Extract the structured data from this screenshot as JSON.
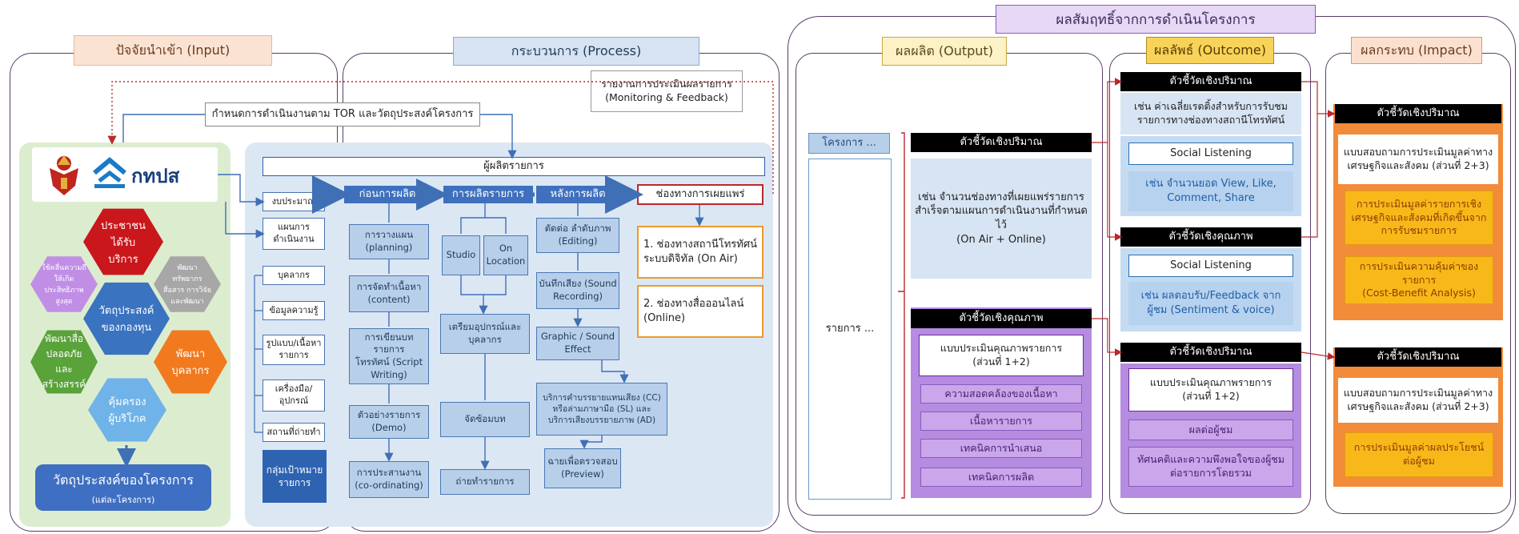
{
  "input": {
    "title": "ปัจจัยนำเข้า (Input)",
    "logo_text": "กทปส",
    "hexes": {
      "top": "ประชาชน\nได้รับ\nบริการ",
      "center": "วัตถุประสงค์\nของกองทุน",
      "left_top": "ใช้คลื่นความถี่\nให้เกิด\nประสิทธิภาพ\nสูงสุด",
      "right_top": "พัฒนา\nทรัพยากร\nสื่อสาร การวิจัย\nและพัฒนา",
      "left_bottom": "พัฒนาสื่อ\nปลอดภัย\nและ\nสร้างสรรค์",
      "right_bottom": "พัฒนา\nบุคลากร",
      "bottom": "คุ้มครอง\nผู้บริโภค"
    },
    "objective_title": "วัตถุประสงค์ของโครงการ",
    "objective_sub": "(แต่ละโครงการ)"
  },
  "process": {
    "title": "กระบวนการ (Process)",
    "tor_label": "กำหนดการดำเนินงานตาม TOR และวัตถุประสงค์โครงการ",
    "monitoring": "รายงานการประเมินผลรายการ\n(Monitoring & Feedback)",
    "producer": "ผู้ผลิตรายการ",
    "side_items": [
      "งบประมาณ",
      "แผนการ\nดำเนินงาน",
      "บุคลากร",
      "ข้อมูลความรู้",
      "รูปแบบ/เนื้อหา\nรายการ",
      "เครื่องมือ/\nอุปกรณ์",
      "สถานที่ถ่ายทำ"
    ],
    "target_group": "กลุ่มเป้าหมาย\nรายการ",
    "phases": [
      "ก่อนการผลิต",
      "การผลิตรายการ",
      "หลังการผลิต"
    ],
    "channel_header": "ช่องทางการเผยแพร่",
    "pre": [
      "การวางแผน\n(planning)",
      "การจัดทำเนื้อหา\n(content)",
      "การเขียนบทรายการ\nโทรทัศน์ (Script\nWriting)",
      "ตัวอย่างรายการ\n(Demo)",
      "การประสานงาน\n(co-ordinating)"
    ],
    "prod_studio": "Studio",
    "prod_location": "On\nLocation",
    "prod": [
      "เตรียมอุปกรณ์และ\nบุคลากร",
      "จัดซ้อมบท",
      "ถ่ายทำรายการ"
    ],
    "post": [
      "ตัดต่อ ลำดับภาพ\n(Editing)",
      "บันทึกเสียง (Sound\nRecording)",
      "Graphic / Sound\nEffect",
      "บริการคำบรรยายแทนเสียง (CC)\nหรือล่ามภาษามือ (SL) และ\nบริการเสียงบรรยายภาพ (AD)",
      "ฉายเพื่อตรวจสอบ\n(Preview)"
    ],
    "channels": [
      "1. ช่องทางสถานีโทรทัศน์\nระบบดิจิทัล (On Air)",
      "2. ช่องทางสื่อออนไลน์\n(Online)"
    ]
  },
  "results": {
    "title": "ผลสัมฤทธิ์จากการดำเนินโครงการ",
    "output": {
      "title": "ผลผลิต (Output)",
      "project_tab": "โครงการ ...",
      "program": "รายการ ...",
      "quant_header": "ตัวชี้วัดเชิงปริมาณ",
      "quant_text": "เช่น จำนวนช่องทางที่เผยแพร่รายการ\nสำเร็จตามแผนการดำเนินงานที่กำหนดไว้\n(On Air + Online)",
      "qual_header": "ตัวชี้วัดเชิงคุณภาพ",
      "qual_form": "แบบประเมินคุณภาพรายการ\n(ส่วนที่ 1+2)",
      "qual_items": [
        "ความสอดคล้องของเนื้อหา",
        "เนื้อหารายการ",
        "เทคนิคการนำเสนอ",
        "เทคนิคการผลิต"
      ]
    },
    "outcome": {
      "title": "ผลลัพธ์ (Outcome)",
      "quant_header": "ตัวชี้วัดเชิงปริมาณ",
      "quant_text": "เช่น ค่าเฉลี่ยเรตติ้งสำหรับการรับชม\nรายการทางช่องทางสถานีโทรทัศน์",
      "social1": "Social Listening",
      "social1_text": "เช่น จำนวนยอด View, Like,\nComment, Share",
      "qual_header": "ตัวชี้วัดเชิงคุณภาพ",
      "social2": "Social Listening",
      "social2_text": "เช่น ผลตอบรับ/Feedback จาก\nผู้ชม (Sentiment & voice)",
      "quant2_header": "ตัวชี้วัดเชิงปริมาณ",
      "form": "แบบประเมินคุณภาพรายการ\n(ส่วนที่ 1+2)",
      "items": [
        "ผลต่อผู้ชม",
        "ทัศนคติและความพึงพอใจของผู้ชม\nต่อรายการโดยรวม"
      ]
    },
    "impact": {
      "title": "ผลกระทบ (Impact)",
      "h1": "ตัวชี้วัดเชิงปริมาณ",
      "survey1": "แบบสอบถามการประเมินมูลค่าทาง\nเศรษฐกิจและสังคม (ส่วนที่ 2+3)",
      "y1": "การประเมินมูลค่ารายการเชิง\nเศรษฐกิจและสังคมที่เกิดขึ้นจาก\nการรับชมรายการ",
      "y2": "การประเมินความคุ้มค่าของรายการ\n(Cost-Benefit Analysis)",
      "h2": "ตัวชี้วัดเชิงปริมาณ",
      "survey2": "แบบสอบถามการประเมินมูลค่าทาง\nเศรษฐกิจและสังคม (ส่วนที่ 2+3)",
      "y3": "การประเมินมูลค่าผลประโยชน์\nต่อผู้ชม"
    }
  }
}
